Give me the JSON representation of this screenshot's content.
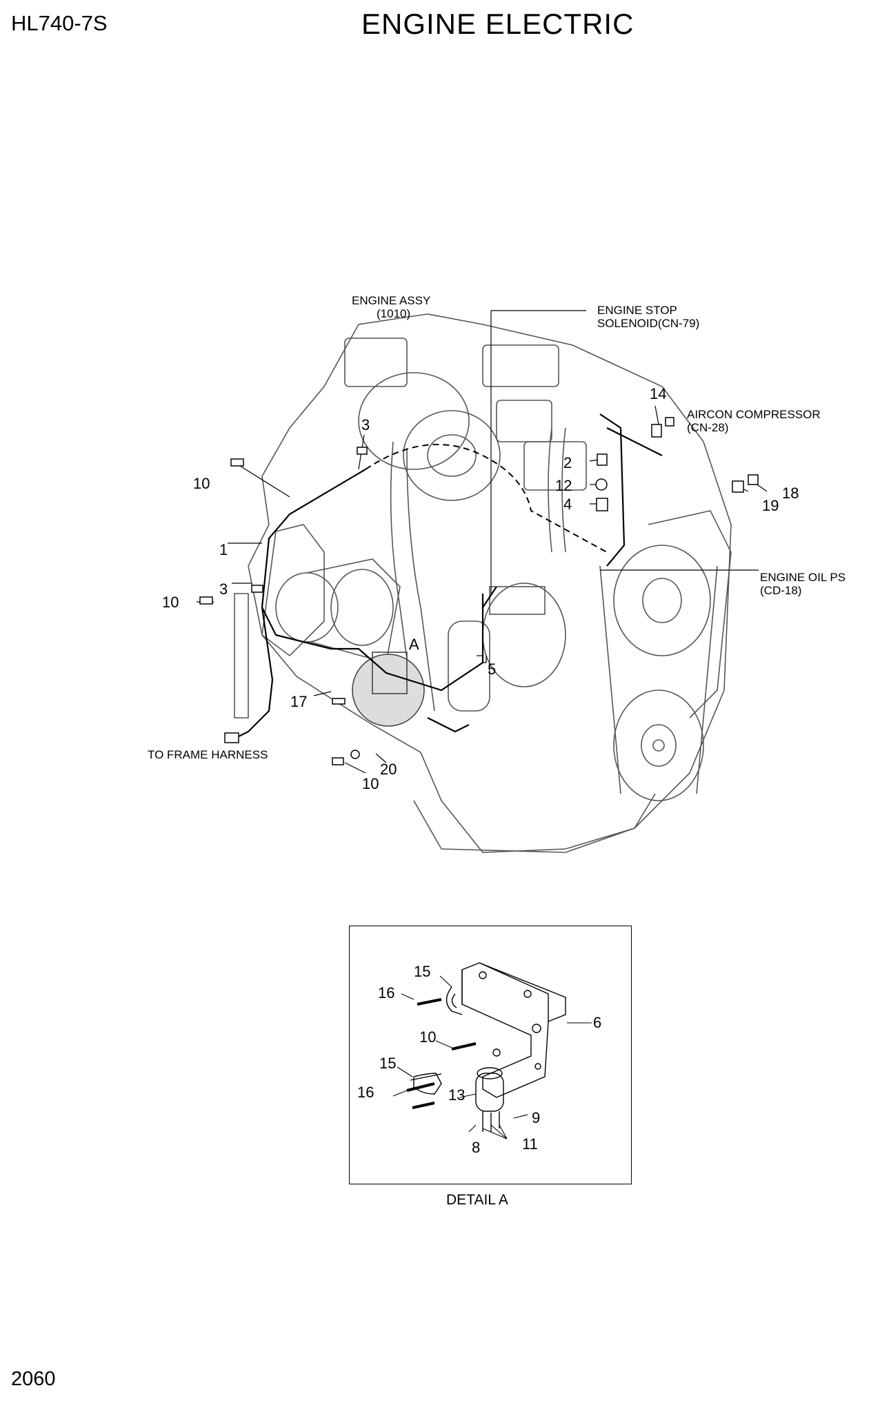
{
  "header": {
    "model": "HL740-7S",
    "title": "ENGINE ELECTRIC"
  },
  "footer": {
    "page_number": "2060"
  },
  "callouts": {
    "engine_assy": "ENGINE ASSY",
    "engine_assy_code": "(1010)",
    "engine_stop": "ENGINE STOP",
    "engine_stop_code": "SOLENOID(CN-79)",
    "aircon": "AIRCON COMPRESSOR",
    "aircon_code": "(CN-28)",
    "oil_ps": "ENGINE OIL PS",
    "oil_ps_code": "(CD-18)",
    "frame_harness": "TO FRAME HARNESS",
    "detail_marker": "A"
  },
  "part_numbers": {
    "p1": "1",
    "p2": "2",
    "p3a": "3",
    "p3b": "3",
    "p4": "4",
    "p5": "5",
    "p10a": "10",
    "p10b": "10",
    "p10c": "10",
    "p12": "12",
    "p14": "14",
    "p17": "17",
    "p18": "18",
    "p19": "19",
    "p20": "20"
  },
  "detail": {
    "caption": "DETAIL A",
    "parts": {
      "p15a": "15",
      "p16a": "16",
      "p10": "10",
      "p6": "6",
      "p15b": "15",
      "p16b": "16",
      "p13": "13",
      "p9": "9",
      "p11": "11",
      "p8": "8"
    }
  }
}
